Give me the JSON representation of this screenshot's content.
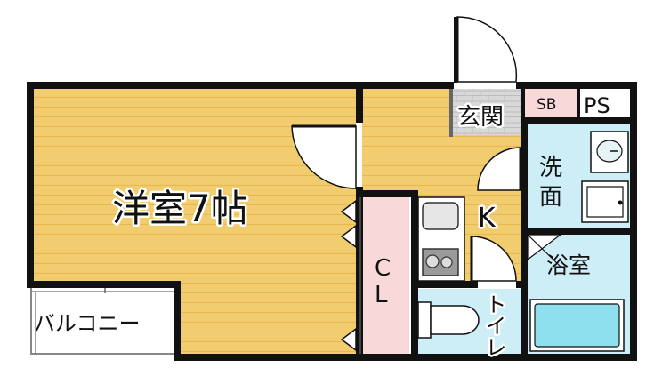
{
  "rooms": {
    "western_room": "洋室7帖",
    "kitchen": "K",
    "entrance": "玄関",
    "sb": "SB",
    "ps": "PS",
    "washroom_line1": "洗",
    "washroom_line2": "面",
    "closet_line1": "C",
    "closet_line2": "L",
    "bathroom": "浴室",
    "toilet": "トイレ",
    "balcony": "バルコニー"
  },
  "colors": {
    "floor_wood": "#f2cd70",
    "floor_grain": "#e8b94c",
    "closet": "#f8d8d8",
    "water_area": "#cdeef6",
    "bathtub": "#8fe0ee",
    "entrance_tile": "#d8d8d8",
    "wall": "#111111",
    "balcony": "#ffffff"
  }
}
